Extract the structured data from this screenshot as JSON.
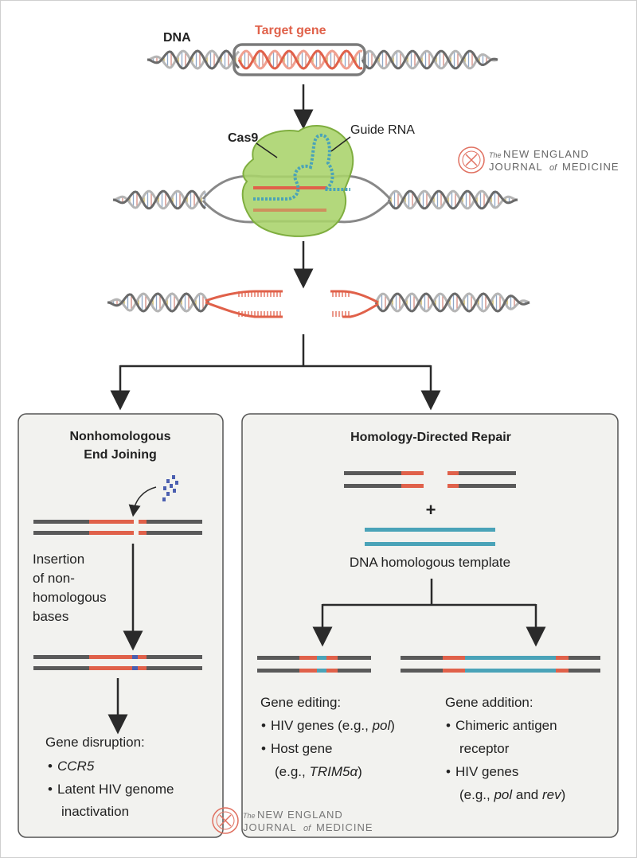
{
  "top": {
    "dna_label": "DNA",
    "target_gene_label": "Target gene",
    "cas9_label": "Cas9",
    "guide_rna_label": "Guide RNA"
  },
  "watermark": {
    "line1_prefix": "The",
    "line1": "NEW ENGLAND",
    "line2_a": "JOURNAL",
    "line2_of": "of",
    "line2_b": "MEDICINE"
  },
  "nhej": {
    "title_line1": "Nonhomologous",
    "title_line2": "End Joining",
    "insertion_lines": [
      "Insertion",
      "of non-",
      "homologous",
      "bases"
    ],
    "outcome_heading": "Gene disruption:",
    "outcome_items": [
      "CCR5",
      "Latent HIV genome",
      "inactivation"
    ]
  },
  "hdr": {
    "title": "Homology-Directed Repair",
    "plus": "+",
    "template_label": "DNA homologous template",
    "editing_heading": "Gene editing:",
    "editing_item1_a": "HIV genes (e.g., ",
    "editing_item1_it": "pol",
    "editing_item1_b": ")",
    "editing_item2": "Host gene",
    "editing_item2_sub_a": "(e.g., ",
    "editing_item2_sub_it": "TRIM5α",
    "editing_item2_sub_b": ")",
    "addition_heading": "Gene addition:",
    "addition_item1_a": "Chimeric antigen",
    "addition_item1_b": "receptor",
    "addition_item2": "HIV genes",
    "addition_item2_sub_a": "(e.g., ",
    "addition_item2_sub_it1": "pol",
    "addition_item2_sub_mid": " and ",
    "addition_item2_sub_it2": "rev",
    "addition_item2_sub_b": ")"
  },
  "colors": {
    "target_red": "#e0614a",
    "strand_gray": "#5a5a5a",
    "template_blue": "#4aa3b8",
    "cas9_green": "#a9d36a",
    "insert_blue": "#4b5fb0",
    "watermark_red": "#e07060",
    "panel_bg": "#f2f2ef"
  }
}
